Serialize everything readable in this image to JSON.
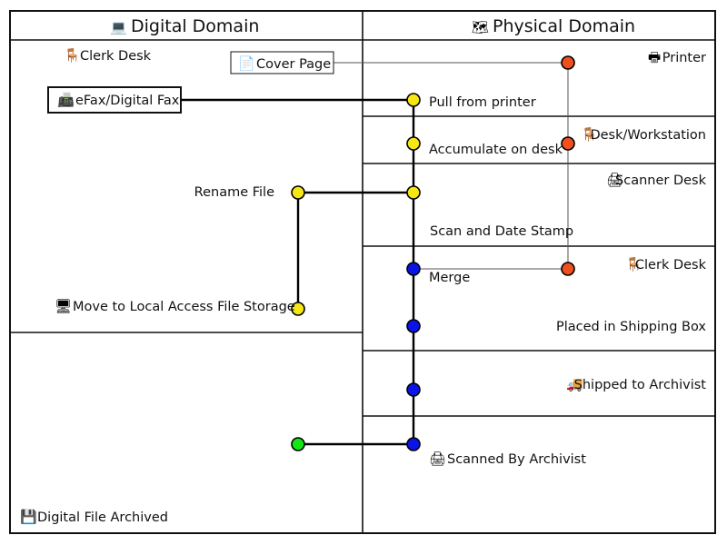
{
  "header": {
    "digital": {
      "title": "Digital Domain",
      "icon": "laptop-icon",
      "glyph": "💻"
    },
    "physical": {
      "title": "Physical Domain",
      "icon": "map-icon",
      "glyph": "🗺"
    }
  },
  "labels": {
    "clerk_desk_top": {
      "text": "Clerk Desk",
      "icon": "chair-icon",
      "glyph": "🪑"
    },
    "cover_page": {
      "text": "Cover Page",
      "icon": "document-icon",
      "glyph": "📄"
    },
    "efax": {
      "text": "eFax/Digital Fax",
      "icon": "fax-icon",
      "glyph": "📠"
    },
    "printer": {
      "text": "Printer",
      "icon": "printer-icon",
      "glyph": "🖶"
    },
    "pull_from_printer": {
      "text": "Pull from printer"
    },
    "desk_workstation": {
      "text": "Desk/Workstation",
      "icon": "chair-icon",
      "glyph": "🪑"
    },
    "accumulate": {
      "text": "Accumulate on desk"
    },
    "scanner_desk": {
      "text": "Scanner Desk",
      "icon": "scanner-icon",
      "glyph": "🖨"
    },
    "rename_file": {
      "text": "Rename File"
    },
    "scan_date_stamp": {
      "text": "Scan and Date Stamp"
    },
    "clerk_desk_mid": {
      "text": "Clerk Desk",
      "icon": "chair-icon",
      "glyph": "🪑"
    },
    "merge": {
      "text": "Merge"
    },
    "move_local": {
      "text": "Move to Local Access File Storage",
      "icon": "monitor-icon",
      "glyph": "🖥"
    },
    "shipping_box": {
      "text": "Placed in Shipping Box"
    },
    "shipped": {
      "text": "Shipped to Archivist",
      "icon": "truck-icon",
      "glyph": "🚚"
    },
    "scanned_archivist": {
      "text": "Scanned By Archivist",
      "icon": "scanner-icon",
      "glyph": "🖨"
    },
    "archived": {
      "text": "Digital File Archived",
      "icon": "floppy-disk-icon",
      "glyph": "💾"
    }
  },
  "colors": {
    "yellow": "#f5e614",
    "orange": "#f0501e",
    "blue": "#0a14e6",
    "green": "#14e614"
  }
}
